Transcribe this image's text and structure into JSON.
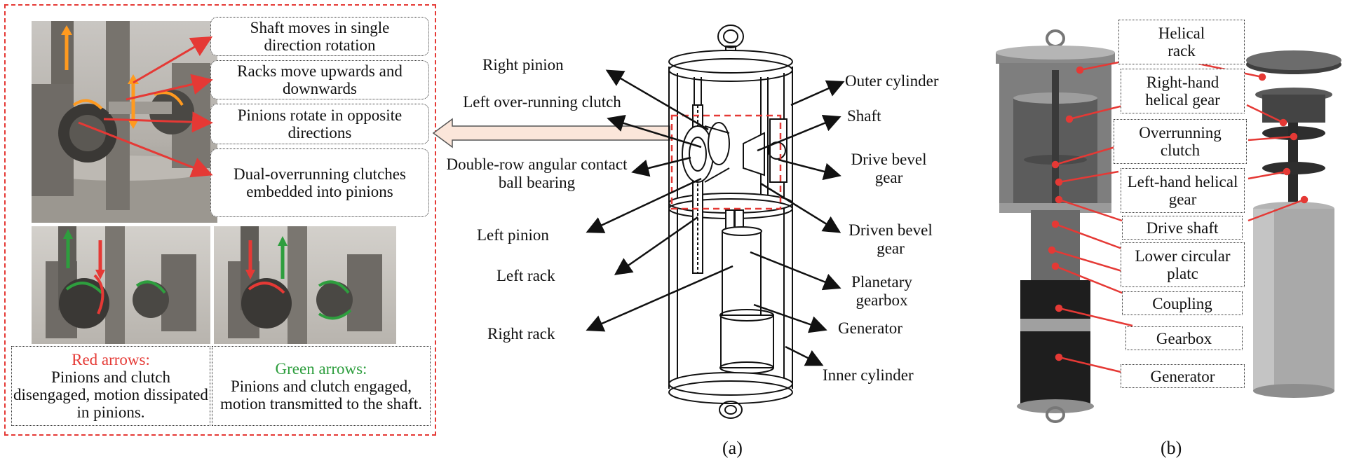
{
  "panel_a": {
    "inset": {
      "callouts": [
        "Shaft moves in single direction rotation",
        "Racks move upwards and downwards",
        "Pinions rotate in opposite directions",
        "Dual-overrunning clutches embedded into pinions"
      ],
      "legend_red": {
        "title": "Red arrows:",
        "text": "Pinions and clutch disengaged, motion dissipated in pinions."
      },
      "legend_green": {
        "title": "Green arrows:",
        "text": "Pinions and clutch engaged, motion transmitted to the shaft."
      }
    },
    "labels": {
      "right_pinion": "Right pinion",
      "left_clutch": "Left over-running clutch",
      "bearing": "Double-row angular contact ball bearing",
      "left_pinion": "Left pinion",
      "left_rack": "Left rack",
      "right_rack": "Right rack",
      "outer_cylinder": "Outer cylinder",
      "shaft": "Shaft",
      "drive_bevel": "Drive bevel gear",
      "driven_bevel": "Driven bevel gear",
      "planetary": "Planetary gearbox",
      "generator": "Generator",
      "inner_cylinder": "Inner cylinder"
    },
    "caption": "(a)"
  },
  "panel_b": {
    "labels": {
      "helical_rack": "Helical rack",
      "right_gear": "Right-hand helical gear",
      "clutch": "Overrunning clutch",
      "left_gear": "Left-hand helical gear",
      "drive_shaft": "Drive shaft",
      "lower_plate": "Lower circular platc",
      "coupling": "Coupling",
      "gearbox": "Gearbox",
      "generator": "Generator"
    },
    "caption": "(b)"
  },
  "colors": {
    "red": "#e53935",
    "green": "#2e9e3e",
    "black": "#111111"
  }
}
